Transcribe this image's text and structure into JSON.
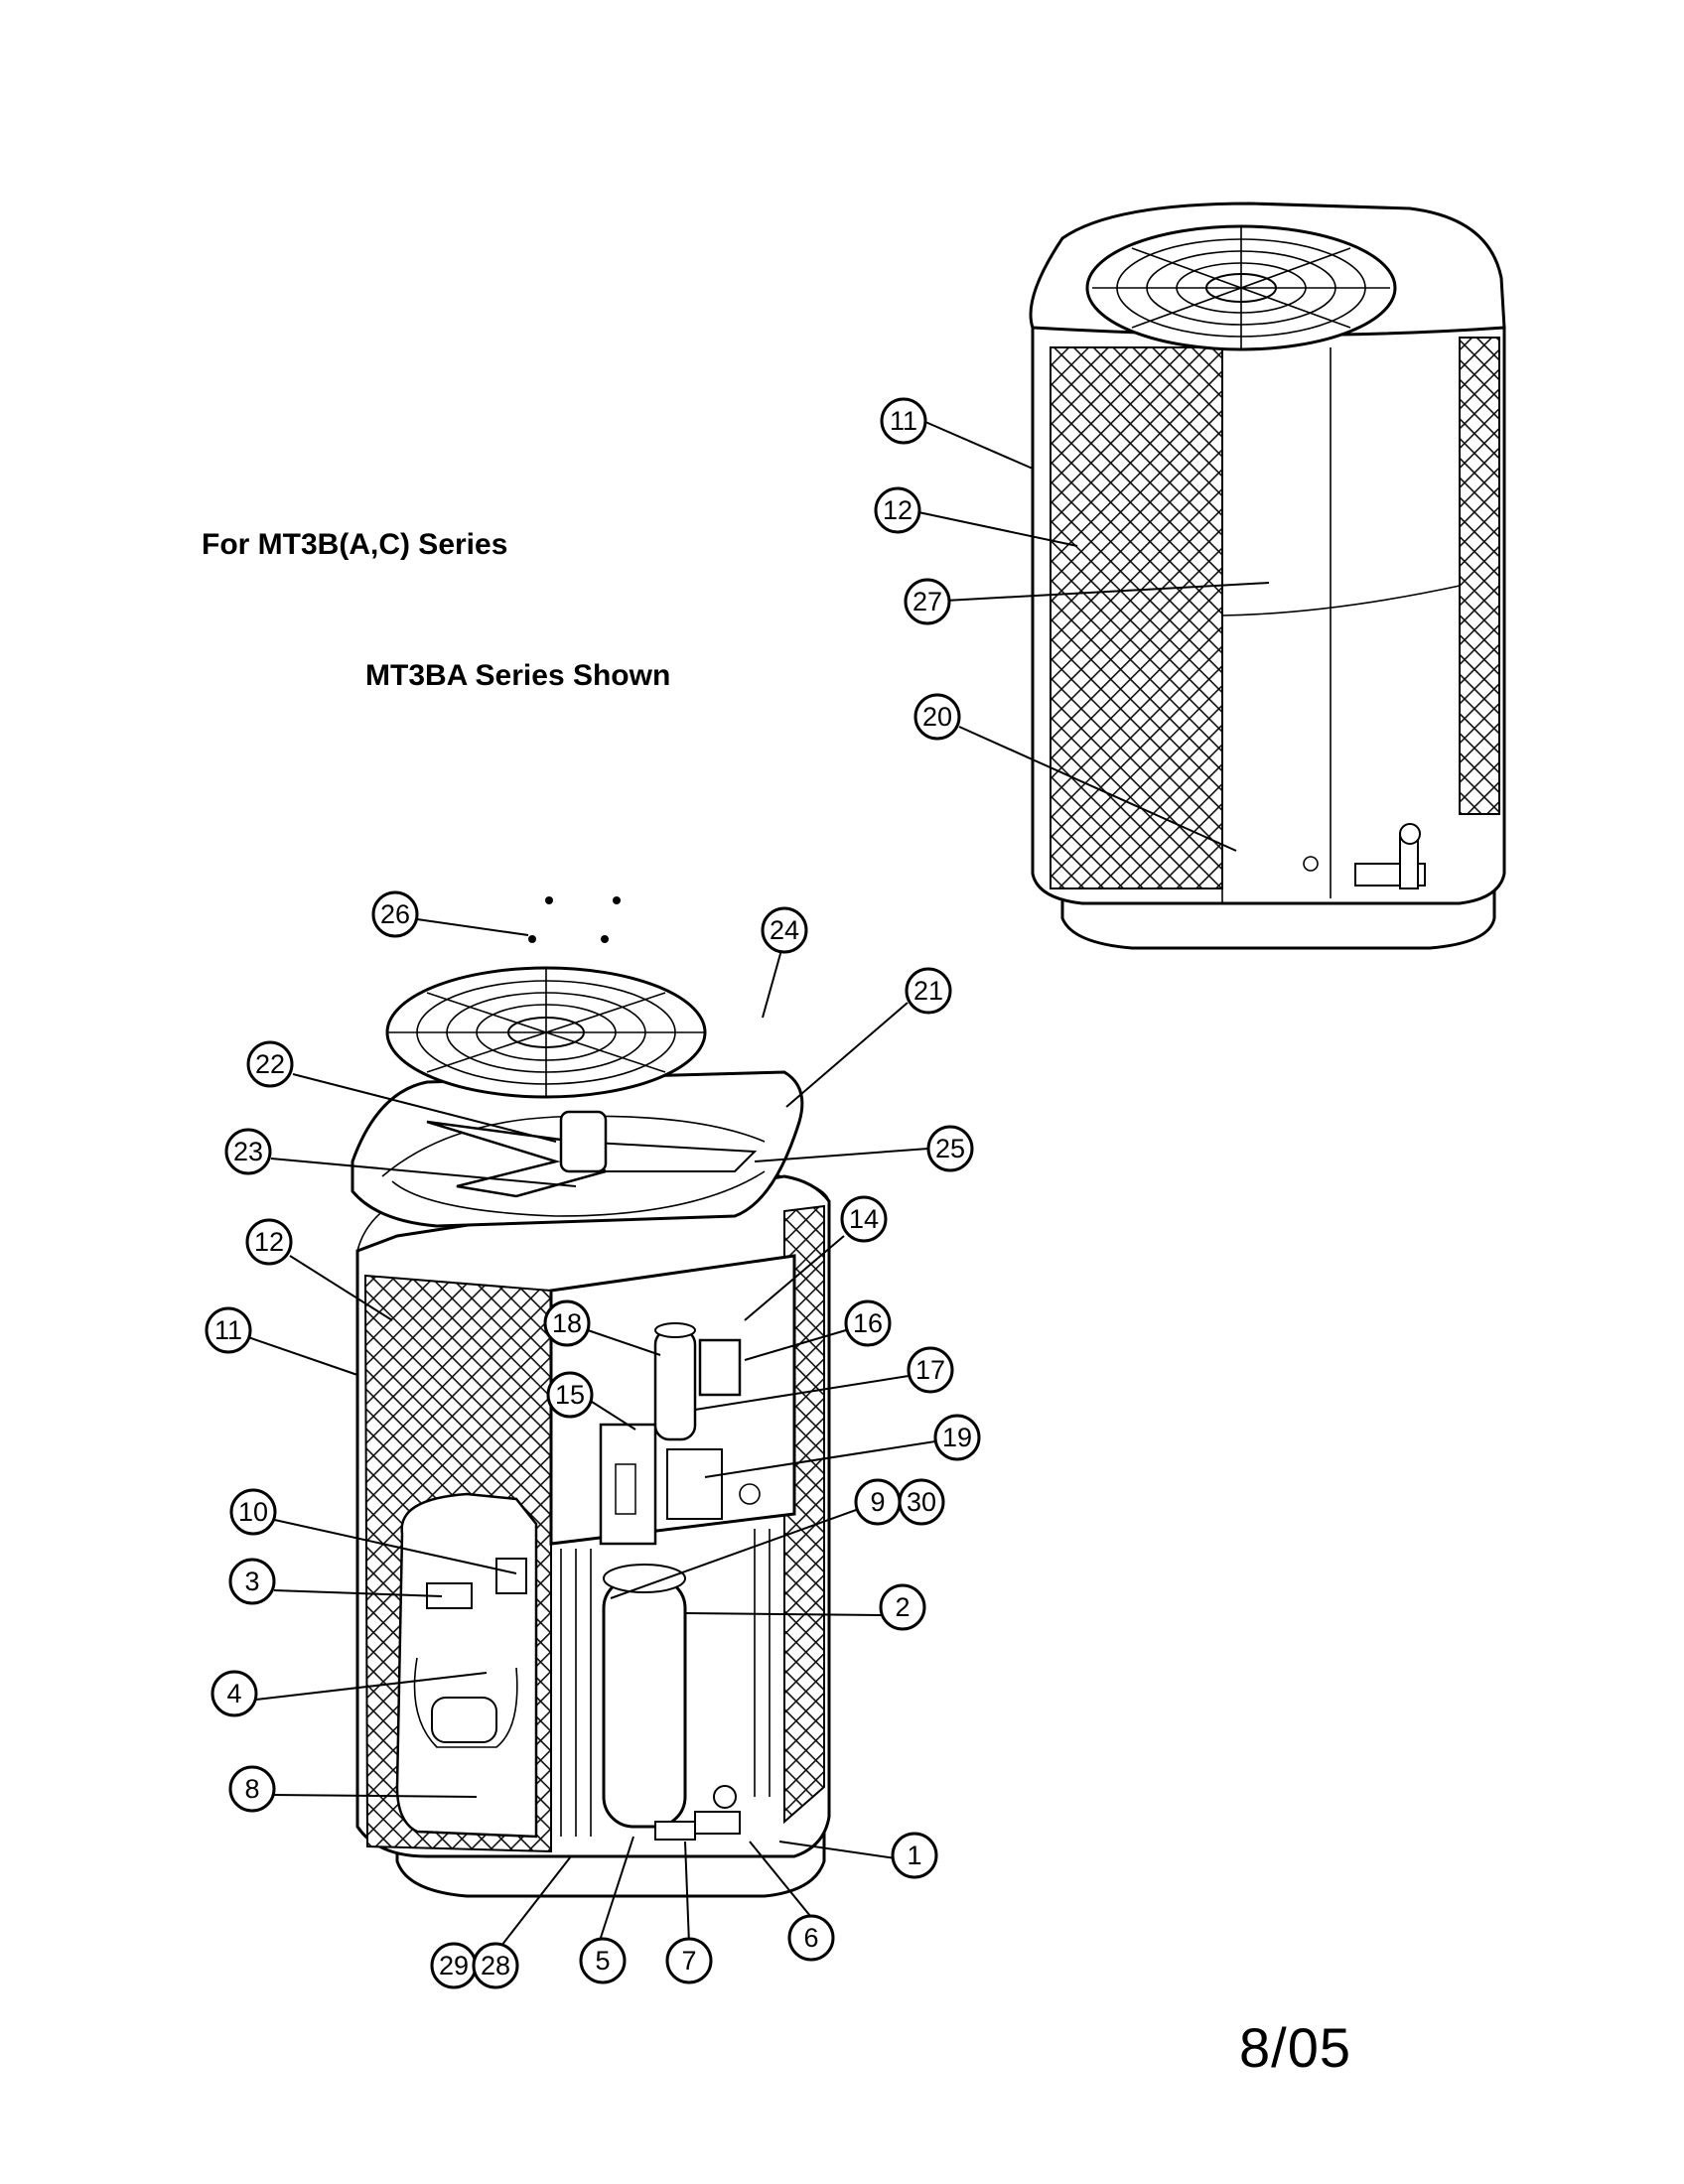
{
  "header": {
    "series_label": "For MT3B(A,C) Series",
    "shown_label": "MT3BA Series Shown"
  },
  "footer": {
    "date": "8/05"
  },
  "callouts_top_unit": [
    "11",
    "12",
    "27",
    "20"
  ],
  "callouts_exploded": [
    "26",
    "24",
    "21",
    "22",
    "25",
    "23",
    "14",
    "12",
    "11",
    "18",
    "16",
    "17",
    "15",
    "19",
    "10",
    "9",
    "30",
    "3",
    "2",
    "4",
    "8",
    "1",
    "6",
    "29",
    "28",
    "5",
    "7"
  ]
}
